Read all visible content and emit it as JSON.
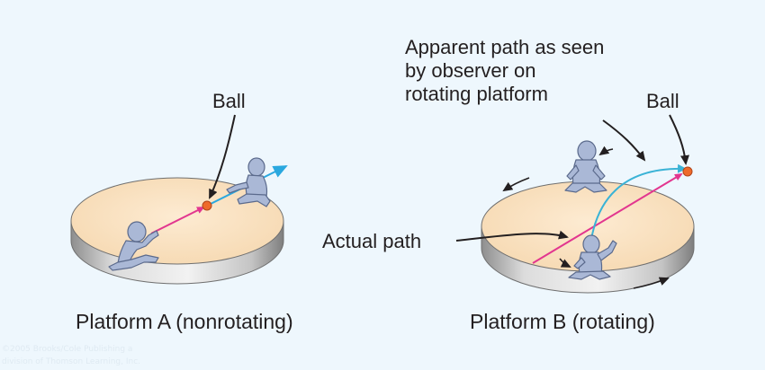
{
  "labels": {
    "ball_a": "Ball",
    "platform_a": "Platform A (nonrotating)",
    "apparent_path": [
      "Apparent path as seen",
      "by observer on",
      "rotating platform"
    ],
    "ball_b": "Ball",
    "actual_path": "Actual path",
    "platform_b": "Platform B (rotating)"
  },
  "credit": [
    "©2005 Brooks/Cole Publishing a",
    "division of Thomson Learning, Inc."
  ],
  "colors": {
    "background": "#eef7fd",
    "platform_top": "#fbe3c3",
    "platform_side": "#d3d3d3",
    "figure": "#aab8d6",
    "ball": "#ee6a2a",
    "arrow_pink": "#e2368f",
    "arrow_blue": "#2aa8df",
    "apparent_path": "#3ab3d6"
  },
  "icons": [
    "ball-icon",
    "person-figure-icon",
    "rotation-arrow-icon",
    "throw-arrow-icon"
  ]
}
